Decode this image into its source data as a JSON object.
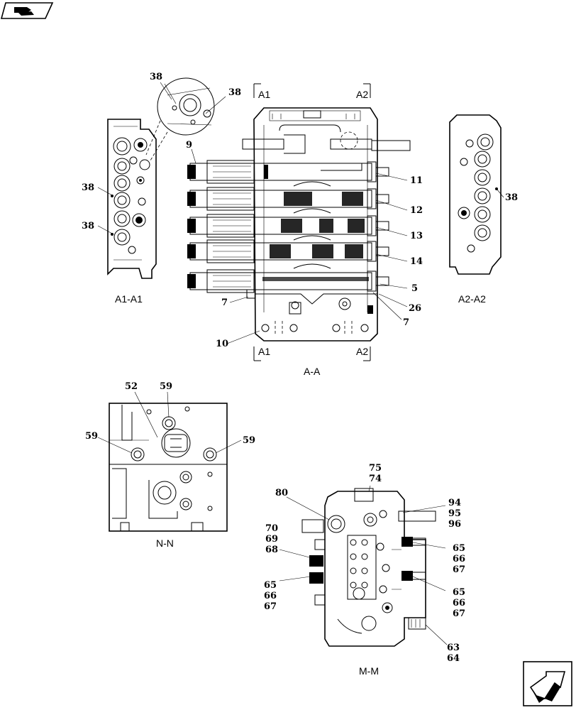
{
  "views": {
    "a1": "A1-A1",
    "a2": "A2-A2",
    "aa": "A-A",
    "nn": "N-N",
    "mm": "M-M"
  },
  "section_marks": {
    "a1": "A1",
    "a2": "A2"
  },
  "callouts": {
    "c38": "38",
    "c9": "9",
    "c11": "11",
    "c12": "12",
    "c13": "13",
    "c14": "14",
    "c5": "5",
    "c26": "26",
    "c7": "7",
    "c10": "10",
    "c52": "52",
    "c59": "59",
    "c75": "75",
    "c74": "74",
    "c80": "80",
    "c94": "94",
    "c95": "95",
    "c96": "96",
    "c70": "70",
    "c69": "69",
    "c68": "68",
    "c65": "65",
    "c66": "66",
    "c67": "67",
    "c63": "63",
    "c64": "64"
  },
  "icons": {
    "top_left": "book-icon",
    "bottom_right": "next-page-icon"
  }
}
